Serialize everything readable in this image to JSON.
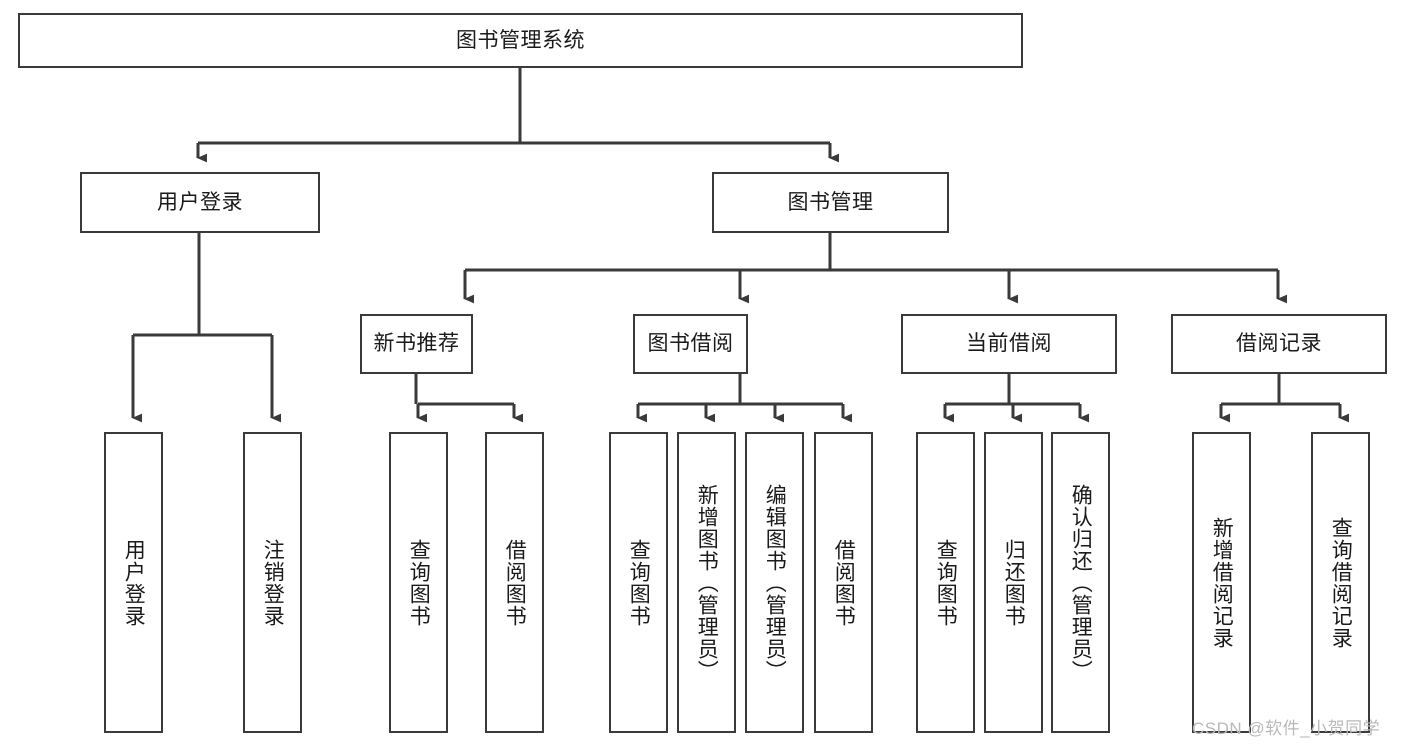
{
  "diagram": {
    "type": "tree",
    "title": "图书管理系统",
    "orientation": "top-down",
    "colors": {
      "box_border": "#3a3a3a",
      "box_fill": "#ffffff",
      "connector": "#3a3a3a",
      "text": "#1a1a1a",
      "watermark": "#b9b9b9",
      "background": "#ffffff"
    },
    "root": {
      "label": "图书管理系统"
    },
    "level2": [
      {
        "label": "用户登录"
      },
      {
        "label": "图书管理"
      }
    ],
    "level3": [
      {
        "label": "新书推荐"
      },
      {
        "label": "图书借阅"
      },
      {
        "label": "当前借阅"
      },
      {
        "label": "借阅记录"
      }
    ],
    "leaves": {
      "user_login": [
        {
          "label": "用户登录"
        },
        {
          "label": "注销登录"
        }
      ],
      "new_book_recommend": [
        {
          "label": "查询图书"
        },
        {
          "label": "借阅图书"
        }
      ],
      "book_borrow": [
        {
          "label": "查询图书"
        },
        {
          "label": "新增图书（管理员）"
        },
        {
          "label": "编辑图书（管理员）"
        },
        {
          "label": "借阅图书"
        }
      ],
      "current_borrow": [
        {
          "label": "查询图书"
        },
        {
          "label": "归还图书"
        },
        {
          "label": "确认归还（管理员）"
        }
      ],
      "borrow_record": [
        {
          "label": "新增借阅记录"
        },
        {
          "label": "查询借阅记录"
        }
      ]
    }
  },
  "watermark": {
    "text": "CSDN @软件_小贺同学"
  }
}
